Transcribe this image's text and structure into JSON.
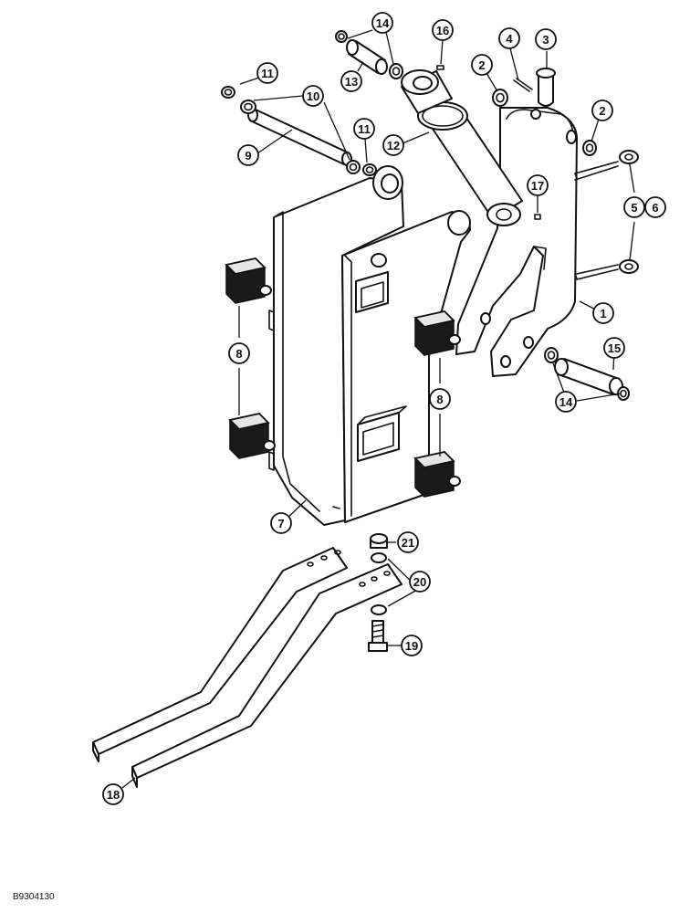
{
  "figure_id": "B9304130",
  "callouts": [
    {
      "id": "c1",
      "label": "1"
    },
    {
      "id": "c2a",
      "label": "2"
    },
    {
      "id": "c2b",
      "label": "2"
    },
    {
      "id": "c3",
      "label": "3"
    },
    {
      "id": "c4",
      "label": "4"
    },
    {
      "id": "c5",
      "label": "5"
    },
    {
      "id": "c6",
      "label": "6"
    },
    {
      "id": "c7",
      "label": "7"
    },
    {
      "id": "c8a",
      "label": "8"
    },
    {
      "id": "c8b",
      "label": "8"
    },
    {
      "id": "c9",
      "label": "9"
    },
    {
      "id": "c10",
      "label": "10"
    },
    {
      "id": "c11a",
      "label": "11"
    },
    {
      "id": "c11b",
      "label": "11"
    },
    {
      "id": "c12",
      "label": "12"
    },
    {
      "id": "c13",
      "label": "13"
    },
    {
      "id": "c14a",
      "label": "14"
    },
    {
      "id": "c14b",
      "label": "14"
    },
    {
      "id": "c15",
      "label": "15"
    },
    {
      "id": "c16",
      "label": "16"
    },
    {
      "id": "c17",
      "label": "17"
    },
    {
      "id": "c18",
      "label": "18"
    },
    {
      "id": "c19",
      "label": "19"
    },
    {
      "id": "c20",
      "label": "20"
    },
    {
      "id": "c21",
      "label": "21"
    }
  ]
}
